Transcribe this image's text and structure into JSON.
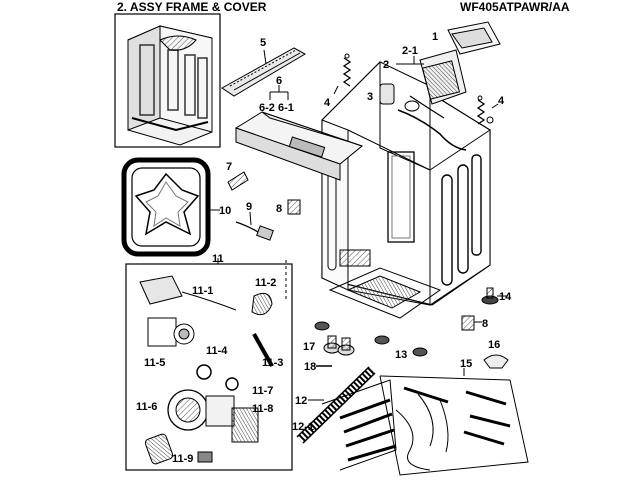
{
  "header": {
    "section_title": "2. ASSY FRAME & COVER",
    "model": "WF405ATPAWR/AA"
  },
  "callouts": {
    "c1": "1",
    "c2": "2",
    "c2_1": "2-1",
    "c3": "3",
    "c4a": "4",
    "c4b": "4",
    "c5": "5",
    "c6": "6",
    "c6_1": "6-1",
    "c6_2": "6-2",
    "c7": "7",
    "c8a": "8",
    "c8b": "8",
    "c9": "9",
    "c10": "10",
    "c11": "11",
    "c11_1": "11-1",
    "c11_2": "11-2",
    "c11_3": "11-3",
    "c11_4": "11-4",
    "c11_5": "11-5",
    "c11_6": "11-6",
    "c11_7": "11-7",
    "c11_8": "11-8",
    "c11_9": "11-9",
    "c12": "12",
    "c12_1": "12-1",
    "c13": "13",
    "c14": "14",
    "c15": "15",
    "c16": "16",
    "c17": "17",
    "c18": "18"
  }
}
